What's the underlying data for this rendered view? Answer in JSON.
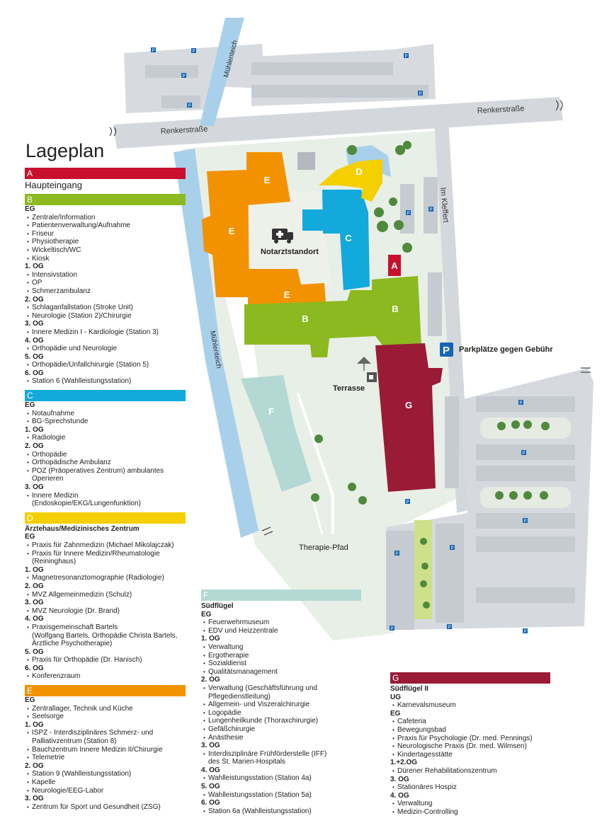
{
  "title": "Lageplan",
  "colors": {
    "A": "#c8102e",
    "B": "#8cb91f",
    "C": "#14a9dc",
    "D": "#f4d000",
    "E": "#f39200",
    "F": "#b4d9d4",
    "G": "#9a1b36",
    "road": "#d6dade",
    "green": "#e6efe4",
    "water": "#a9d0ea"
  },
  "map": {
    "street_top": "Renkerstraße",
    "street_top_right": "Renkerstraße",
    "street_right": "Im Kleffert",
    "canal_top": "Mühlenteich",
    "canal_left": "Mühlenteich",
    "emergency": "Notarztstandort",
    "terrace": "Terrasse",
    "therapy_path": "Therapie-Pfad",
    "parking": "Parkplätze gegen Gebühr",
    "parking_symbol": "P",
    "parking_small": "P",
    "building_labels": {
      "A": "A",
      "B1": "B",
      "B2": "B",
      "C": "C",
      "D": "D",
      "E1": "E",
      "E2": "E",
      "E3": "E",
      "F": "F",
      "G": "G"
    }
  },
  "legend": {
    "A": {
      "letter": "A",
      "subtitle": "Haupteingang"
    },
    "B": {
      "letter": "B",
      "floors": [
        {
          "name": "EG",
          "items": [
            "Zentrale/Information",
            "Patientenverwaltung/Aufnahme",
            "Friseur",
            "Physiotherapie",
            "Wickeltisch/WC",
            "Kiosk"
          ]
        },
        {
          "name": "1. OG",
          "items": [
            "Intensivstation",
            "OP",
            "Schmerzambulanz"
          ]
        },
        {
          "name": "2. OG",
          "items": [
            "Schlaganfallstation (Stroke Unit)",
            "Neurologie (Station 2)/Chirurgie"
          ]
        },
        {
          "name": "3. OG",
          "items": [
            "Innere Medizin I - Kardiologie (Station 3)"
          ]
        },
        {
          "name": "4. OG",
          "items": [
            "Orthopädie und Neurologie"
          ]
        },
        {
          "name": "5. OG",
          "items": [
            "Orthopädie/Unfallchirurgie (Station 5)"
          ]
        },
        {
          "name": "6. OG",
          "items": [
            "Station 6 (Wahlleistungsstation)"
          ]
        }
      ]
    },
    "C": {
      "letter": "C",
      "floors": [
        {
          "name": "EG",
          "items": [
            "Notaufnahme",
            "BG-Sprechstunde"
          ]
        },
        {
          "name": "1. OG",
          "items": [
            "Radiologie"
          ]
        },
        {
          "name": "2. OG",
          "items": [
            "Orthopädie",
            "Orthopädische Ambulanz",
            "POZ (Präoperatives Zentrum) ambulantes Operieren"
          ]
        },
        {
          "name": "3. OG",
          "items": [
            "Innere Medizin (Endoskopie/EKG/Lungenfunktion)"
          ]
        }
      ]
    },
    "D": {
      "letter": "D",
      "subtitle": "Ärztehaus/Medizinisches Zentrum",
      "floors": [
        {
          "name": "EG",
          "items": [
            "Praxis für Zahnmedizin (Michael Mikolajczak)",
            "Praxis für Innere Medizin/Rheumatologie",
            "(Reininghaus)"
          ]
        },
        {
          "name": "1. OG",
          "items": [
            "Magnetresonanztomographie (Radiologie)"
          ]
        },
        {
          "name": "2. OG",
          "items": [
            "MVZ Allgemeinmedizin (Schulz)"
          ]
        },
        {
          "name": "3. OG",
          "items": [
            "MVZ Neurologie (Dr. Brand)"
          ]
        },
        {
          "name": "4. OG",
          "items": [
            "Praxisgemeinschaft Bartels",
            "(Wolfgang Bartels, Orthopädie Christa Bartels,",
            "Ärztliche Psychotherapie)"
          ]
        },
        {
          "name": "5. OG",
          "items": [
            "Praxis für Orthopädie (Dr. Hanisch)"
          ]
        },
        {
          "name": "6. OG",
          "items": [
            "Konferenzraum"
          ]
        }
      ]
    },
    "E": {
      "letter": "E",
      "floors": [
        {
          "name": "EG",
          "items": [
            "Zentrallager, Technik und Küche",
            "Seelsorge"
          ]
        },
        {
          "name": "1. OG",
          "items": [
            "ISPZ - Interdisziplinäres Schmerz- und",
            "Palliativzentrum (Station 8)",
            "Bauchzentrum Innere Medizin II/Chirurgie",
            "Telemetrie"
          ]
        },
        {
          "name": "2. OG",
          "items": [
            "Station 9 (Wahlleistungsstation)",
            "Kapelle",
            "Neurologie/EEG-Labor"
          ]
        },
        {
          "name": "3. OG",
          "items": [
            "Zentrum für Sport und Gesundheit (ZSG)"
          ]
        }
      ]
    },
    "F": {
      "letter": "F",
      "subtitle": "Südflügel",
      "floors": [
        {
          "name": "EG",
          "items": [
            "Feuerwehrmuseum",
            "EDV und Heizzentrale"
          ]
        },
        {
          "name": "1. OG",
          "items": [
            "Verwaltung",
            "Ergotherapie",
            "Sozialdienst",
            "Qualitätsmanagement"
          ]
        },
        {
          "name": "2. OG",
          "items": [
            "Verwaltung (Geschäftsführung und",
            "Pflegedienstleitung)",
            "Allgemein- und Viszeralchirurgie",
            "Logopädie",
            "Lungenheilkunde (Thoraxchirurgie)",
            "Gefäßchirurgie",
            "Anästhesie"
          ]
        },
        {
          "name": "3. OG",
          "items": [
            "Interdisziplinäre Frühförderstelle (IFF)",
            "des St. Marien-Hospitals"
          ]
        },
        {
          "name": "4. OG",
          "items": [
            "Wahlleistungsstation (Station 4a)"
          ]
        },
        {
          "name": "5. OG",
          "items": [
            "Wahlleistungsstation (Station 5a)"
          ]
        },
        {
          "name": "6. OG",
          "items": [
            "Station 6a (Wahlleistungsstation)"
          ]
        }
      ]
    },
    "G": {
      "letter": "G",
      "subtitle": "Südflügel II",
      "floors": [
        {
          "name": "UG",
          "items": [
            "Karnevalsmuseum"
          ]
        },
        {
          "name": "EG",
          "items": [
            "Cafeteria",
            "Bewegungsbad",
            "Praxis für Psychologie (Dr. med. Pennings)",
            "Neurologische Praxis (Dr. med. Wilmsen)",
            "Kindertagesstätte"
          ]
        },
        {
          "name": "1.+2.OG",
          "items": [
            "Dürener Rehabilitationszentrum"
          ]
        },
        {
          "name": "3. OG",
          "items": [
            "Stationäres Hospiz"
          ]
        },
        {
          "name": "4. OG",
          "items": [
            "Verwaltung",
            "Medizin-Controlling"
          ]
        }
      ]
    }
  }
}
